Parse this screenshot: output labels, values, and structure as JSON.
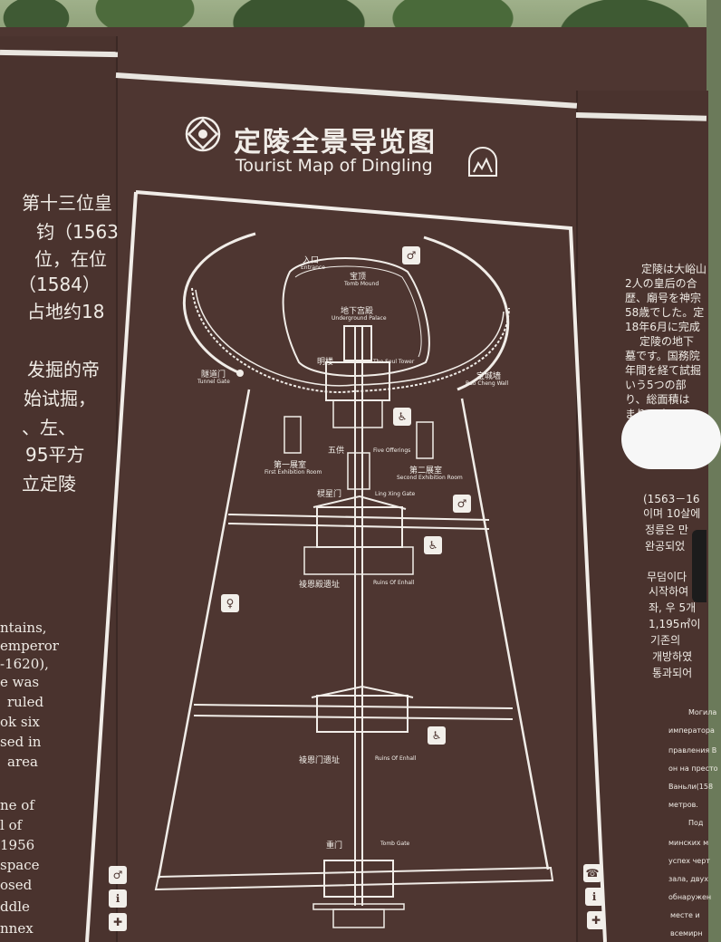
{
  "sign": {
    "title_cn": "定陵全景导览图",
    "title_en": "Tourist Map of Dingling"
  },
  "left_panel": {
    "cn_lines": [
      "第十三位皇",
      "钧（1563",
      "位，在位",
      "（1584）",
      "占地约18",
      "发掘的帝",
      "始试掘，",
      "、左、",
      "95平方",
      "立定陵"
    ],
    "en_lines": [
      "ntains,",
      "emperor",
      "-1620),",
      "e  was",
      "ruled",
      "ok six",
      "sed in",
      "area",
      "ne of",
      "l of",
      "1956",
      "space",
      "osed",
      "ddle",
      "nnex"
    ]
  },
  "right_panel": {
    "jp_lines": [
      "定陵は大峪山",
      "2人の皇后の合",
      "歴、廟号を神宗",
      "58歳でした。定",
      "18年6月に完成",
      "定陵の地下",
      "墓です。国務院",
      "年間を経て試掘",
      "いう5つの部",
      "り、総面積は",
      "まりです"
    ],
    "kr_lines": [
      "(1563－16",
      "이며 10살에",
      "정릉은 만",
      "완공되었",
      "무덤이다",
      "시작하여",
      "좌, 우 5개",
      "1,195㎡이",
      "기존의",
      "개방하였",
      "통과되어"
    ],
    "ru_lines": [
      "Могила",
      "императора",
      "правления В",
      "он на престо",
      "Ваньли(158",
      "метров.",
      "Под",
      "минских м",
      "успех черт",
      "зала, двух",
      "обнаружен",
      "месте и",
      "всемирн"
    ]
  },
  "map_labels": [
    {
      "cn": "入口",
      "en": "Entrance"
    },
    {
      "cn": "宝顶",
      "en": "Tomb Mound"
    },
    {
      "cn": "地下宫殿",
      "en": "Underground Palace"
    },
    {
      "cn": "明楼",
      "en": "The Soul Tower"
    },
    {
      "cn": "隧道门",
      "en": "Tunnel Gate"
    },
    {
      "cn": "宝城墙",
      "en": "Bao Cheng Wall"
    },
    {
      "cn": "五供",
      "en": "Five Offerings"
    },
    {
      "cn": "第一展室",
      "en": "First Exhibition Room"
    },
    {
      "cn": "第二展室",
      "en": "Second Exhibition Room"
    },
    {
      "cn": "棂星门",
      "en": "Ling Xing Gate"
    },
    {
      "cn": "祾恩殿遗址",
      "en": "Ruins Of Enhall"
    },
    {
      "cn": "祾恩门遗址",
      "en": "Ruins Of Enhall"
    },
    {
      "cn": "重门",
      "en": "Tomb Gate"
    }
  ],
  "icons": [
    "toilet-icon",
    "wheelchair-icon",
    "phone-icon",
    "first-aid-icon",
    "info-icon"
  ],
  "colors": {
    "sign_bg": "#4e3631",
    "line": "#f1ede8"
  }
}
